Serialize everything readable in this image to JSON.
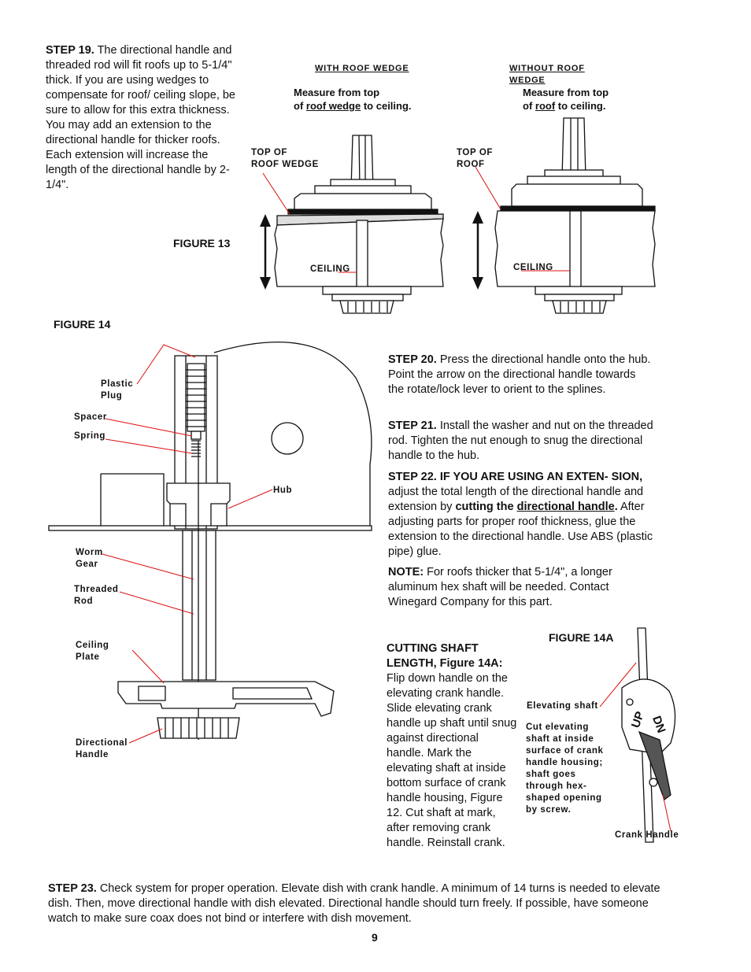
{
  "step19": {
    "head": "STEP 19.",
    "body": "The directional handle and threaded rod will fit roofs up to 5-1/4\" thick. If you are using wedges to compensate for roof/ ceiling slope, be sure to allow for this extra thickness. You may add an extension to the directional handle for thicker roofs. Each extension will increase the length of the directional handle by 2-1/4\"."
  },
  "figure13": {
    "caption": "FIGURE 13",
    "left": {
      "heading": "WITH ROOF WEDGE",
      "measure_a": "Measure from top",
      "measure_b": "of ",
      "measure_u": "roof wedge",
      "measure_c": " to ceiling.",
      "top_label_1": "TOP OF",
      "top_label_2": "ROOF WEDGE",
      "ceiling": "CEILING"
    },
    "right": {
      "heading_1": "WITHOUT ROOF",
      "heading_2": "WEDGE",
      "measure_a": "Measure from top",
      "measure_b": "of ",
      "measure_u": "roof",
      "measure_c": " to ceiling.",
      "top_label_1": "TOP OF",
      "top_label_2": "ROOF",
      "ceiling": "CEILING"
    }
  },
  "figure14": {
    "caption": "FIGURE 14",
    "labels": {
      "plastic_1": "Plastic",
      "plastic_2": "Plug",
      "spacer": "Spacer",
      "spring": "Spring",
      "hub": "Hub",
      "worm_1": "Worm",
      "worm_2": "Gear",
      "threaded_1": "Threaded",
      "threaded_2": "Rod",
      "ceiling_1": "Ceiling",
      "ceiling_2": "Plate",
      "directional_1": "Directional",
      "directional_2": "Handle"
    }
  },
  "step20": {
    "head": "STEP 20.",
    "body": "Press the directional handle onto the hub. Point the arrow on the directional handle towards the rotate/lock lever to orient to the splines."
  },
  "step21": {
    "head": "STEP 21.",
    "body": "Install the washer and nut on the threaded rod. Tighten the nut enough to snug the directional handle to the hub."
  },
  "step22": {
    "head": "STEP 22. IF YOU ARE USING AN EXTEN- SION,",
    "body1": " adjust the total length of the directional handle and extension by ",
    "bold": "cutting the ",
    "bold_u": "directional handle",
    "bold_end": ".",
    "body2": " After adjusting parts for proper roof thickness, glue the extension to the directional handle. Use ABS (plastic pipe) glue."
  },
  "note": {
    "head": "NOTE:",
    "body": "For roofs thicker that 5-1/4\", a longer aluminum hex shaft will be needed. Contact Winegard Company for this part."
  },
  "cutting": {
    "head_1": "CUTTING SHAFT",
    "head_2": "LENGTH, Figure 14A:",
    "body": "Flip down handle on the elevating crank handle. Slide elevating crank handle up shaft until snug against directional handle. Mark the elevating shaft at inside bottom surface of crank handle housing, Figure 12. Cut shaft at mark, after removing crank handle. Reinstall crank."
  },
  "figure14a": {
    "caption": "FIGURE 14A",
    "elevating": "Elevating shaft",
    "cut_note": "Cut elevating shaft at inside surface of crank handle housing; shaft goes through hex-shaped opening by screw.",
    "crank": "Crank Handle",
    "up": "UP",
    "dn": "DN"
  },
  "step23": {
    "head": "STEP 23.",
    "body": "Check system for proper operation. Elevate dish with crank handle. A minimum of 14 turns is needed to elevate dish. Then, move directional handle with dish elevated. Directional handle should turn freely. If possible, have someone watch to make sure coax does not bind or interfere with dish movement."
  },
  "page_number": "9"
}
